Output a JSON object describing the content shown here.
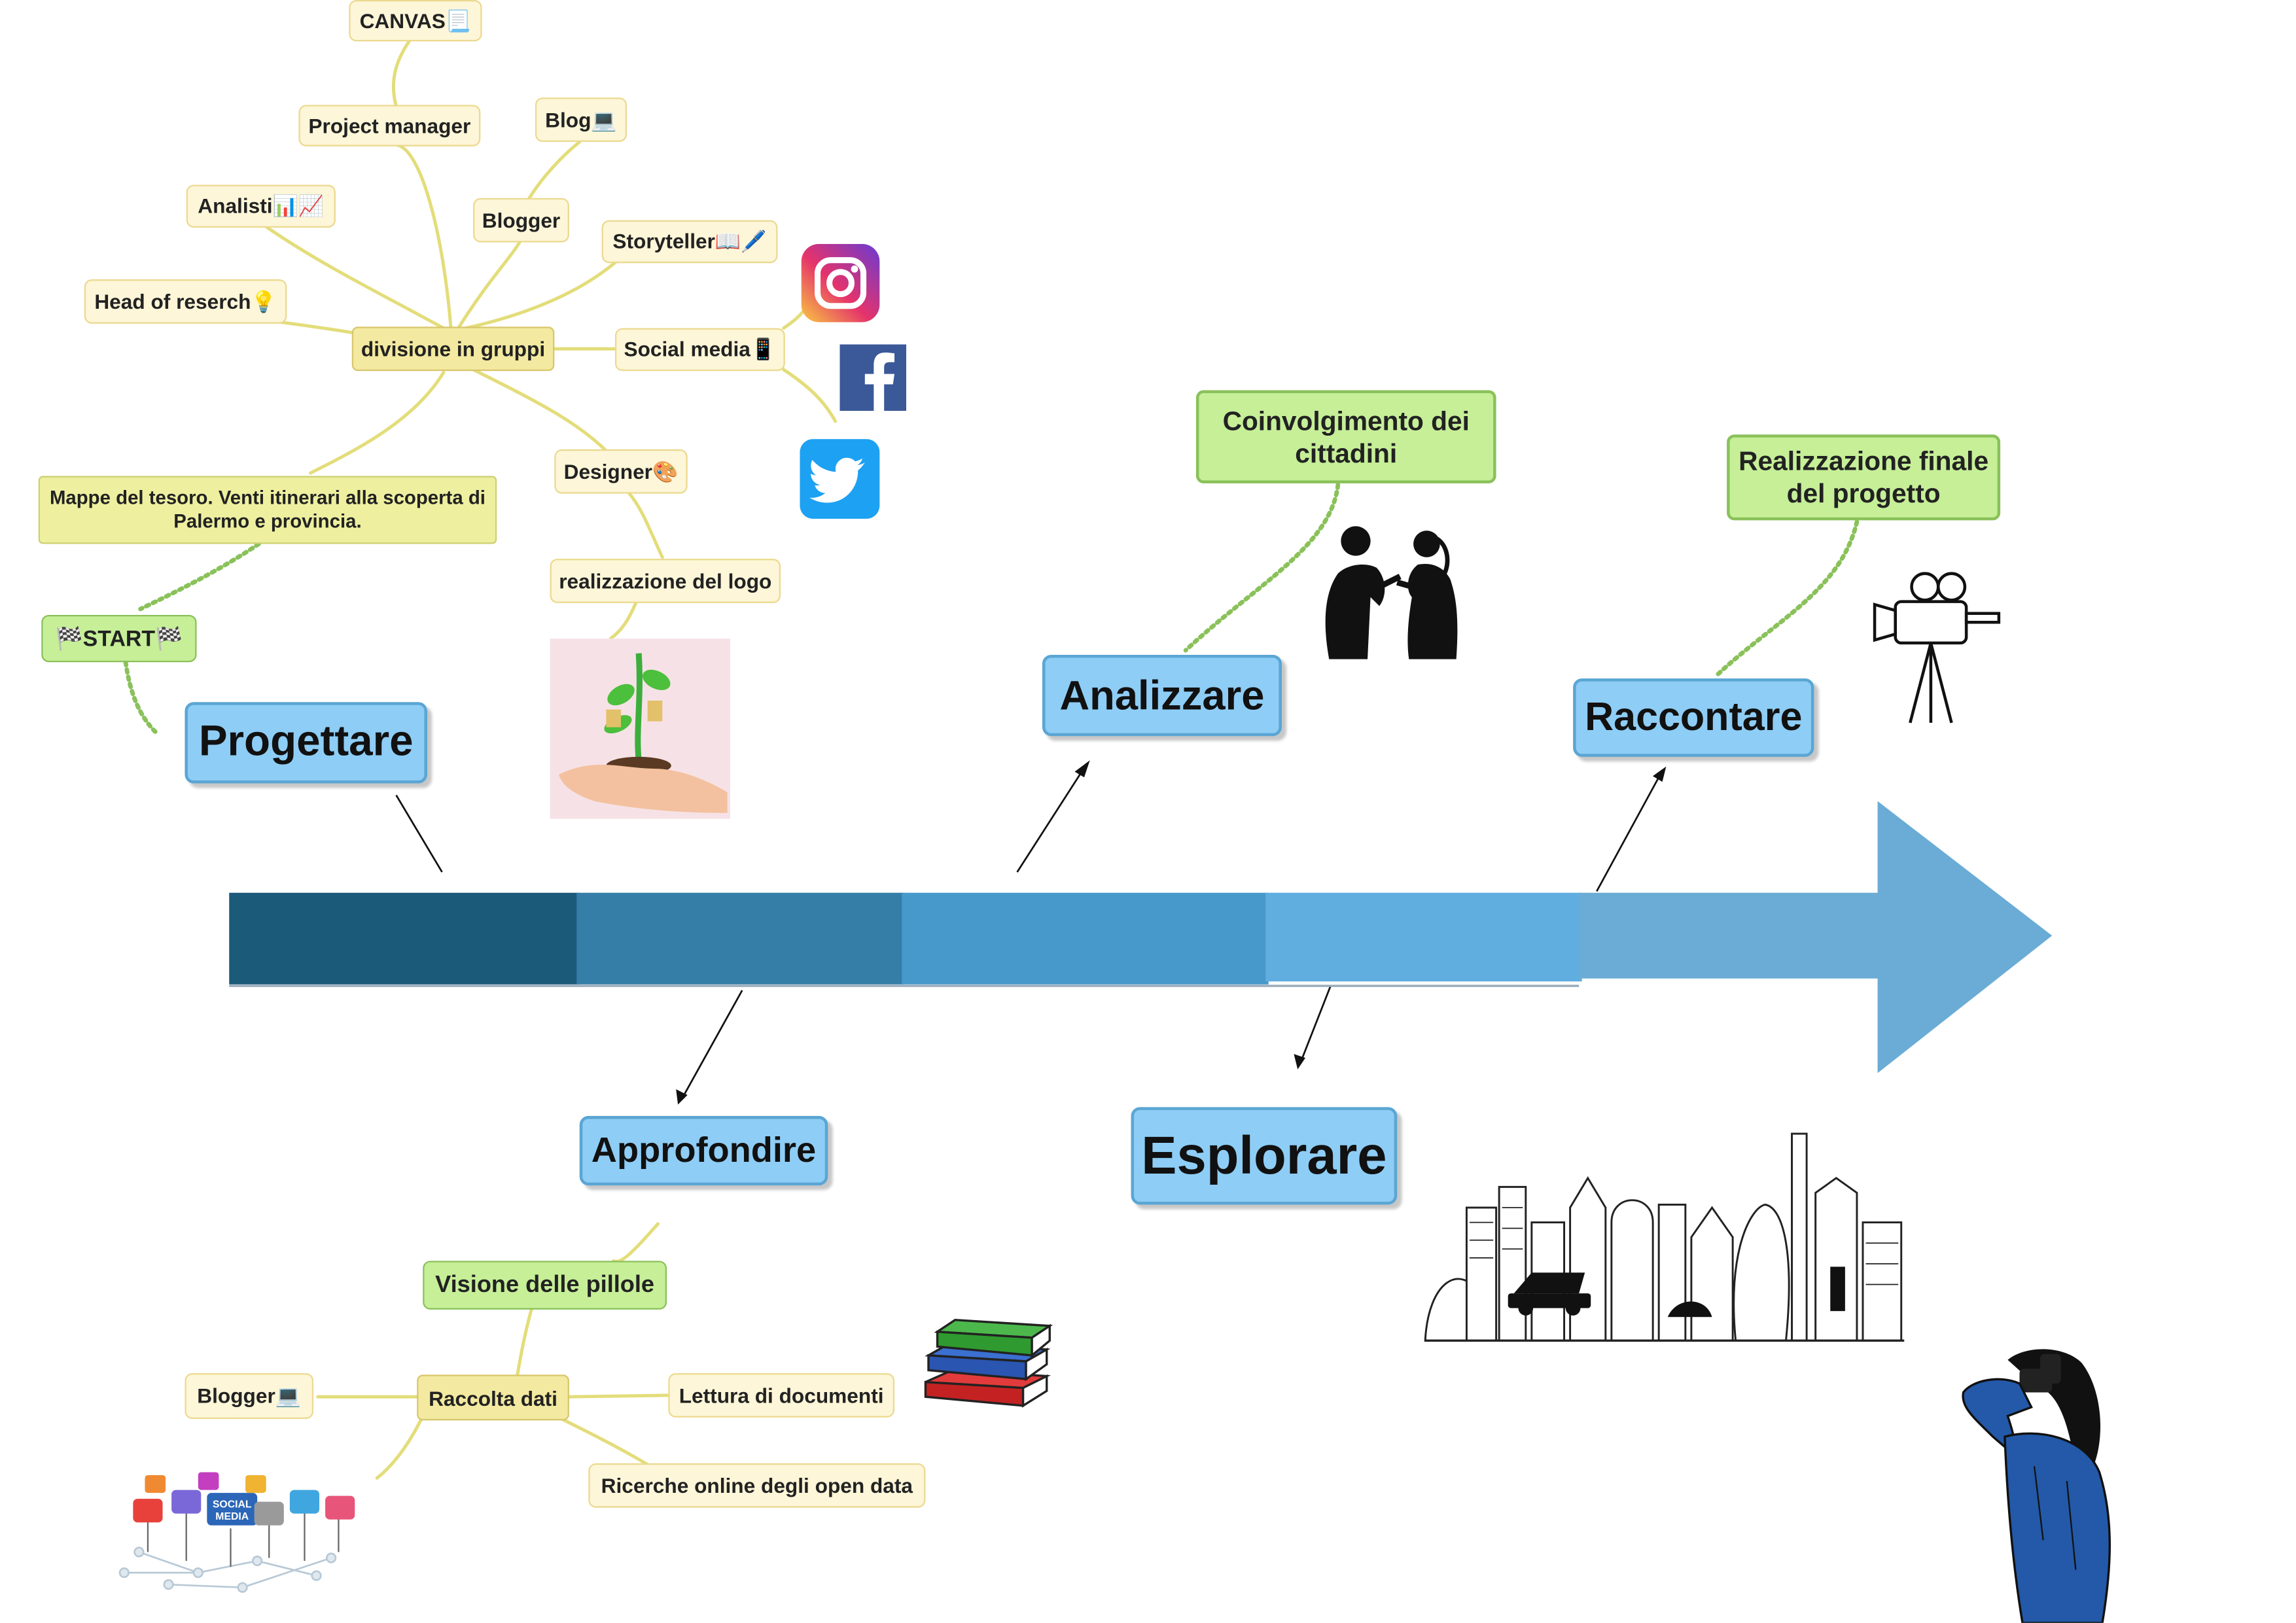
{
  "top_tree": {
    "canvas": "CANVAS📃",
    "project_manager": "Project manager",
    "blog": "Blog💻",
    "analisti": "Analisti📊📈",
    "blogger": "Blogger",
    "storyteller": "Storyteller📖🖊️",
    "head_of_research": "Head of reserch💡",
    "divisione": "divisione in gruppi",
    "social_media": "Social media📱",
    "designer": "Designer🎨",
    "mappe": "Mappe del tesoro. Venti itinerari alla scoperta di Palermo e provincia.",
    "logo": "realizzazione del logo",
    "start": "🏁START🏁"
  },
  "phases": {
    "progettare": "Progettare",
    "analizzare": "Analizzare",
    "raccontare": "Raccontare",
    "approfondire": "Approfondire",
    "esplorare": "Esplorare"
  },
  "callouts": {
    "coinvolgimento": "Coinvolgimento dei cittadini",
    "realizzazione": "Realizzazione finale del progetto"
  },
  "bottom_tree": {
    "visione": "Visione delle pillole",
    "raccolta": "Raccolta dati",
    "blogger": "Blogger💻",
    "lettura": "Lettura di documenti",
    "ricerche": "Ricerche online degli open data"
  },
  "social_badge": "SOCIAL MEDIA",
  "colors": {
    "arrow": [
      "#1c5a7a",
      "#357ea8",
      "#4799cb",
      "#60ade0",
      "#6aacd5"
    ],
    "phase_fill": "#8ecdf5",
    "green_fill": "#c6ef98",
    "yellow_fill": "#fdf6d8"
  },
  "icons": [
    "instagram-icon",
    "facebook-icon",
    "twitter-icon",
    "plant-in-hand-icon",
    "interview-silhouette-icon",
    "video-camera-icon",
    "books-icon",
    "social-network-icon",
    "city-skyline-icon",
    "binoculars-person-icon"
  ]
}
